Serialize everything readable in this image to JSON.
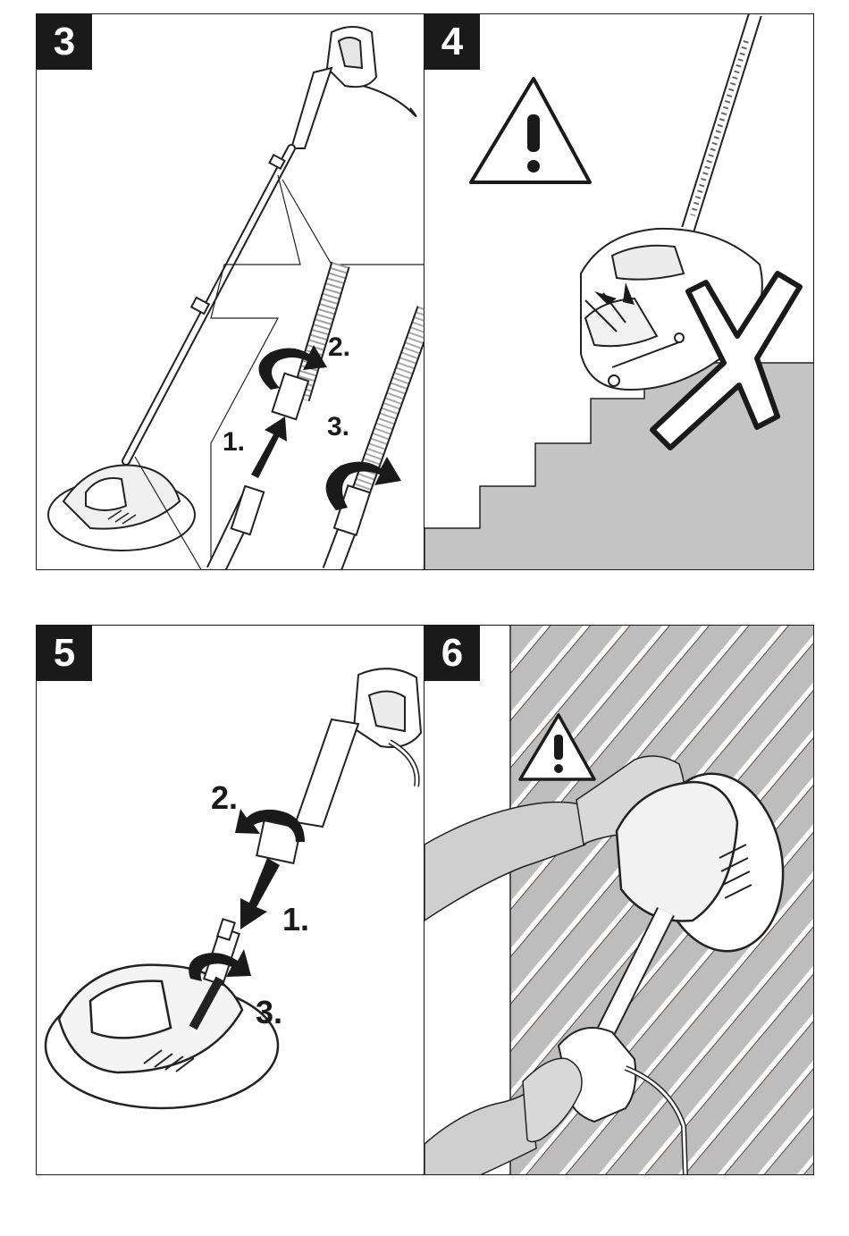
{
  "panels": [
    {
      "number": "3",
      "steps": [
        "1.",
        "2.",
        "3."
      ]
    },
    {
      "number": "4"
    },
    {
      "number": "5",
      "steps": [
        "1.",
        "2.",
        "3."
      ]
    },
    {
      "number": "6"
    }
  ],
  "colors": {
    "frame": "#1a1a1a",
    "stairs": "#c4c4c4",
    "wall": "#bdbdbd",
    "sleeve": "#cfcfcf",
    "glove": "#d8d8d8"
  },
  "icons": [
    "warning-triangle-icon",
    "prohibited-cross-icon",
    "rotate-arrow-icon",
    "push-arrow-icon"
  ]
}
